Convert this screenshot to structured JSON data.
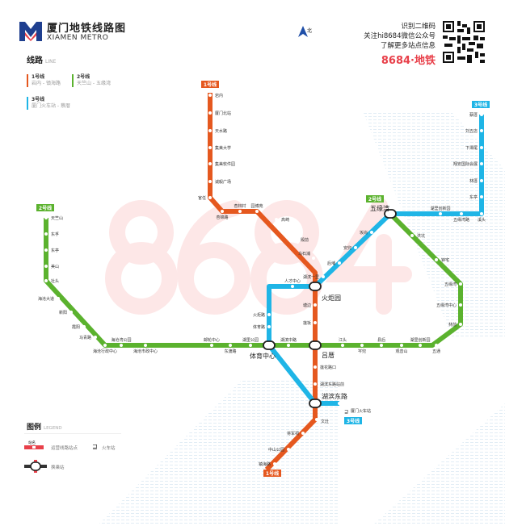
{
  "header": {
    "title": "厦门地铁线路图",
    "subtitle": "XIAMEN METRO"
  },
  "compass": {
    "label": "北",
    "icon": "north-arrow-icon"
  },
  "qr": {
    "lines": [
      "识别二维码",
      "关注hi8684微信公众号",
      "了解更多站点信息"
    ],
    "brand": "8684·地铁",
    "icon": "qr-code-icon"
  },
  "watermark": "8684",
  "lines_section": {
    "title": "线路",
    "title_en": "LINE",
    "items": [
      {
        "name": "1号线",
        "route": "岩内 - 镇海路",
        "color": "#e5581f"
      },
      {
        "name": "2号线",
        "route": "天竺山 - 五缘湾",
        "color": "#5bb22e"
      },
      {
        "name": "3号线",
        "route": "厦门火车站 - 蔡厝",
        "color": "#1fb5e6"
      }
    ]
  },
  "line_badges": {
    "l1_top": "1号线",
    "l1_bottom": "1号线",
    "l2_left": "2号线",
    "l2_right": "2号线",
    "l3_top": "3号线",
    "l3_bottom": "3号线"
  },
  "colors": {
    "line1": "#e5581f",
    "line2": "#5bb22e",
    "line3": "#1fb5e6"
  },
  "stations": {
    "line1": [
      "岩内",
      "厦门北站",
      "天水路",
      "集美大学",
      "集美软件园",
      "诚毅广场",
      "官任",
      "杏锦路",
      "杏林村",
      "园博苑",
      "高崎",
      "殿前",
      "乌石浦",
      "塘边",
      "莲坂",
      "莲花路口",
      "湖滨东路站前",
      "文灶",
      "将军祠",
      "中山公园",
      "镇海路"
    ],
    "line2": [
      "天竺山",
      "东孚",
      "东亭",
      "美山",
      "社头",
      "海沧大道",
      "新阳",
      "霞阳",
      "马青路",
      "海沧行政中心",
      "海沧湾公园",
      "海沧市政中心",
      "邮轮中心",
      "东渡路",
      "湖里公园",
      "湖滨中路",
      "江头",
      "岑兜",
      "县后",
      "观音山",
      "湖里创新园",
      "五通",
      "林前",
      "五缘湾中心",
      "五缘湾",
      "钟宅",
      "洪坑"
    ],
    "line3": [
      "蔡厝",
      "刘五店",
      "下潭尾",
      "翔安国际会展",
      "林厝",
      "东亭",
      "溪头",
      "五缘湾路",
      "湖里创新园",
      "坂尚",
      "安兜",
      "后埔",
      "湖滨一里",
      "人才中心",
      "火炬路",
      "体育路"
    ],
    "interchanges": [
      "火炬园",
      "吕厝",
      "体育中心",
      "湖滨东路",
      "五缘湾"
    ],
    "railway": "厦门火车站"
  },
  "legend": {
    "title": "图例",
    "title_en": "LEGEND",
    "items": [
      "运营线路站点",
      "火车站",
      "换乘站"
    ],
    "sample": "站名"
  }
}
